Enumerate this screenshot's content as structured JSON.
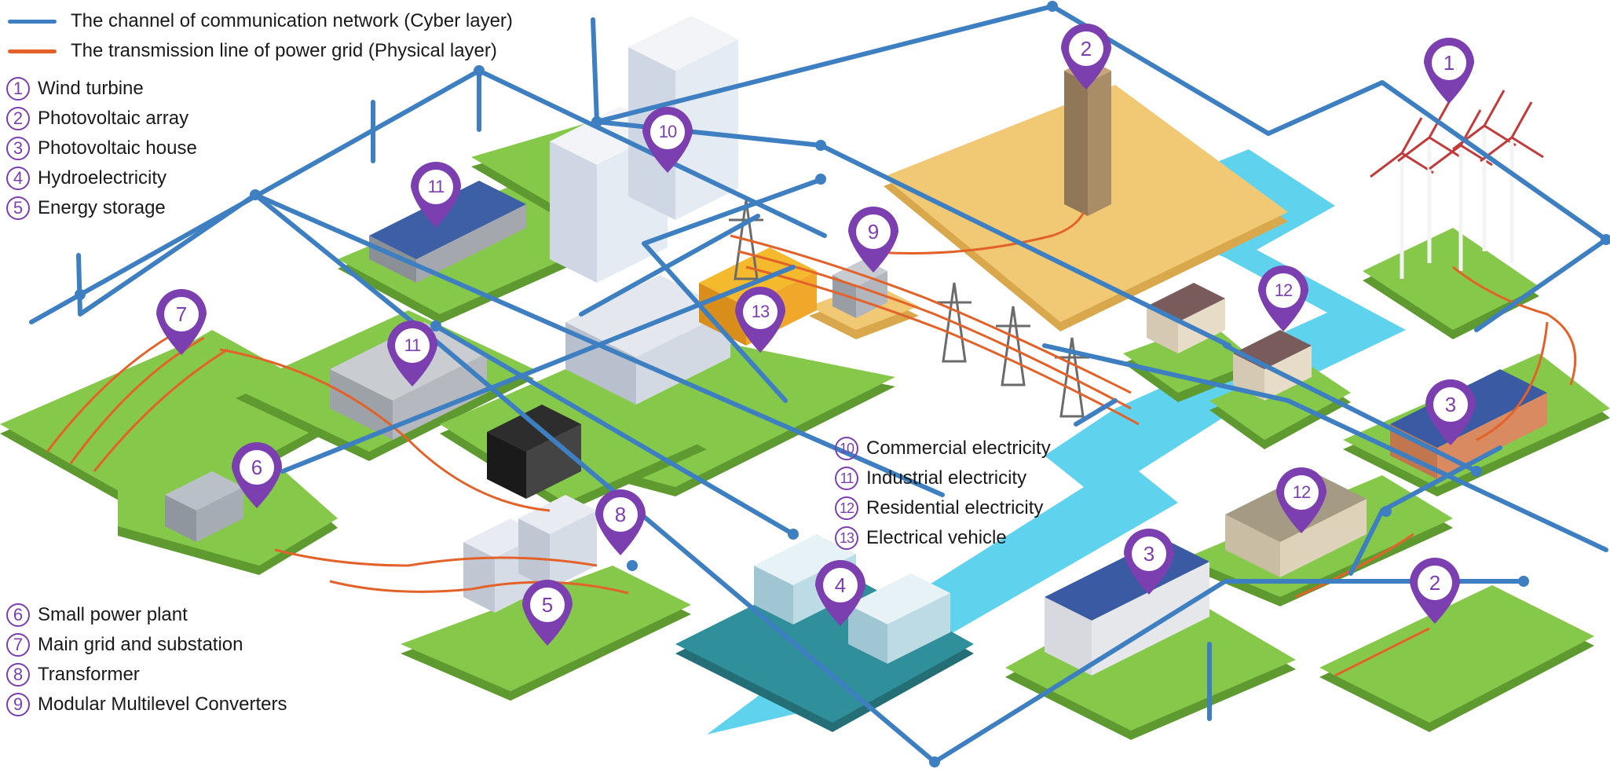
{
  "legend": {
    "cyber": {
      "label": "The channel of communication network (Cyber layer)",
      "color": "#3d7fc1"
    },
    "physical": {
      "label": "The transmission line of power grid (Physical layer)",
      "color": "#e2622a"
    }
  },
  "components_a": [
    {
      "num": "1",
      "label": "Wind turbine"
    },
    {
      "num": "2",
      "label": "Photovoltaic array"
    },
    {
      "num": "3",
      "label": "Photovoltaic house"
    },
    {
      "num": "4",
      "label": "Hydroelectricity"
    },
    {
      "num": "5",
      "label": "Energy storage"
    }
  ],
  "components_b": [
    {
      "num": "10",
      "label": "Commercial electricity"
    },
    {
      "num": "11",
      "label": "Industrial electricity"
    },
    {
      "num": "12",
      "label": "Residential electricity"
    },
    {
      "num": "13",
      "label": "Electrical vehicle"
    }
  ],
  "components_c": [
    {
      "num": "6",
      "label": "Small power plant"
    },
    {
      "num": "7",
      "label": "Main grid and substation"
    },
    {
      "num": "8",
      "label": "Transformer"
    },
    {
      "num": "9",
      "label": "Modular Multilevel Converters"
    }
  ],
  "markers": [
    "1",
    "2",
    "2",
    "3",
    "3",
    "4",
    "5",
    "6",
    "7",
    "8",
    "9",
    "10",
    "11",
    "11",
    "12",
    "12",
    "13"
  ],
  "colors": {
    "marker": "#7b3fb0",
    "grass": "#86c94a",
    "grass_side": "#5e9a2f",
    "sand": "#f1c873",
    "water": "#5fd3ee",
    "cyber": "#3d7fc1",
    "physical": "#e2622a"
  }
}
